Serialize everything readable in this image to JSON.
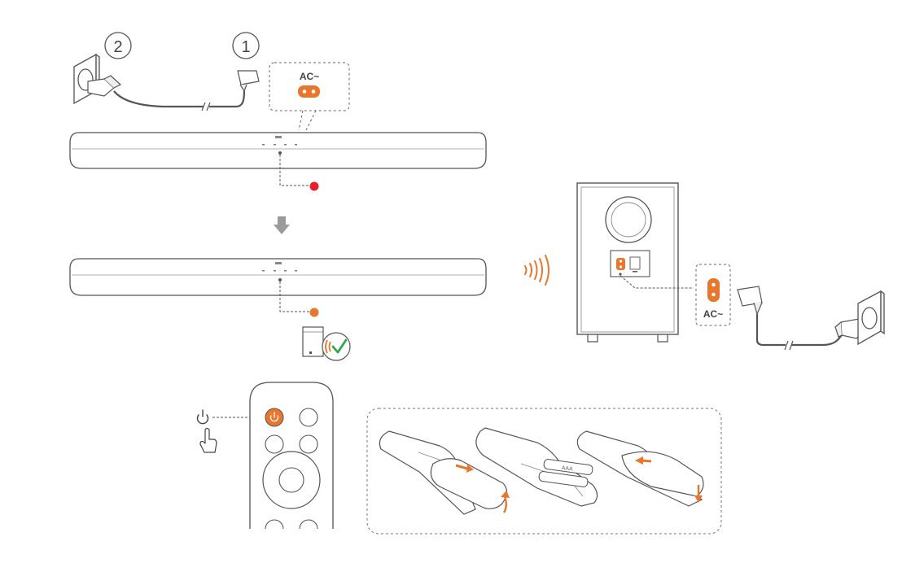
{
  "steps": {
    "step1": "1",
    "step2": "2"
  },
  "connector": {
    "ac_label_top": "AC~",
    "ac_label_right": "AC~"
  },
  "remote_box": {
    "battery_label": "AAA"
  },
  "colors": {
    "accent": "#E8762C",
    "red_led": "#E8202A",
    "line": "#6b6b6b",
    "arrow": "#9a9a9a"
  },
  "icons": [
    "power-plug-icon",
    "wall-socket-icon",
    "power-symbol-icon",
    "finger-press-icon",
    "wireless-signal-icon",
    "checkmark-icon",
    "down-arrow-icon"
  ]
}
